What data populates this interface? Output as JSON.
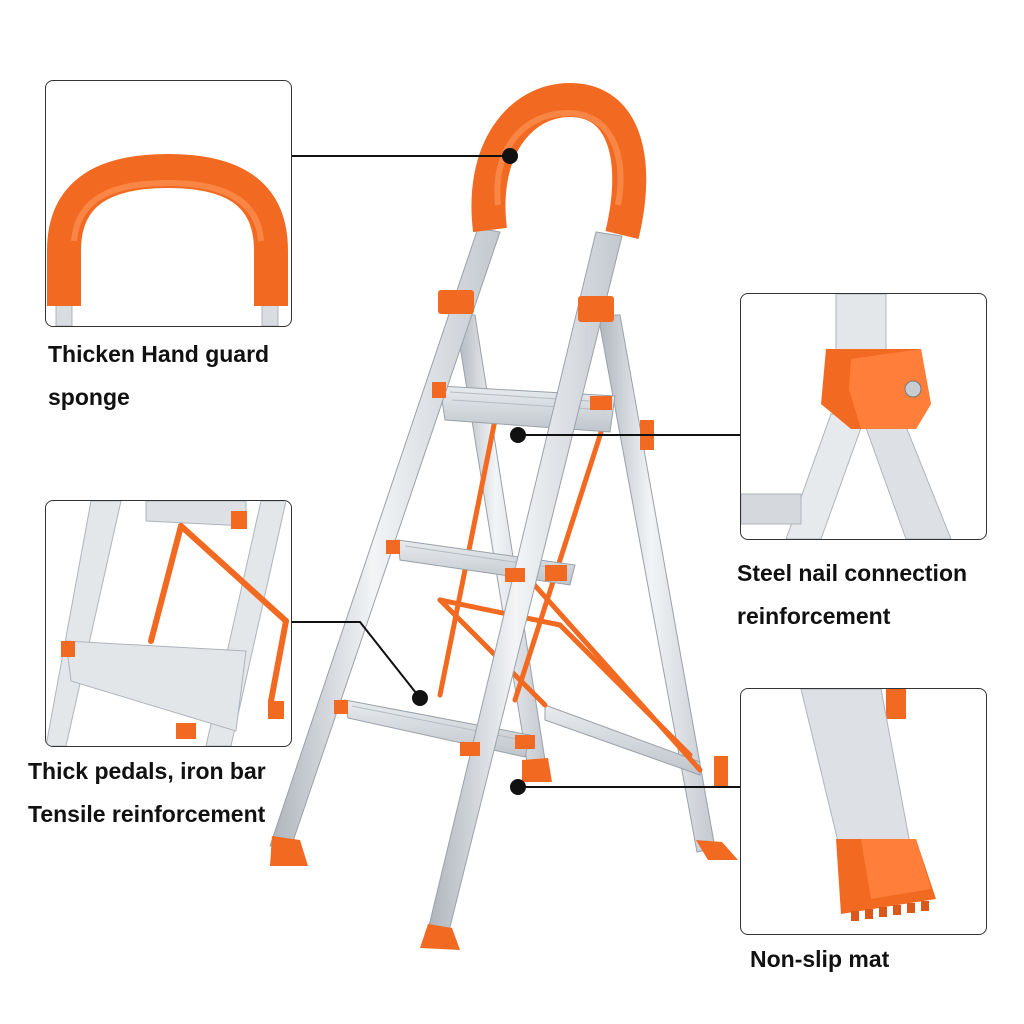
{
  "colors": {
    "accent_orange": "#f26a21",
    "aluminum": "#d9dde2",
    "aluminum_dark": "#aeb4bb",
    "callout_line": "#111111"
  },
  "callouts": {
    "hand_guard": {
      "line1": "Thicken Hand guard",
      "line2": "sponge"
    },
    "steel_nail": {
      "line1": "Steel nail connection",
      "line2": "reinforcement"
    },
    "pedals": {
      "line1": "Thick pedals, iron bar",
      "line2": "Tensile reinforcement"
    },
    "non_slip": {
      "line1": "Non-slip mat"
    }
  },
  "icons": [
    "hand-guard-closeup",
    "steel-nail-joint-closeup",
    "pedal-iron-bar-closeup",
    "non-slip-foot-closeup"
  ]
}
